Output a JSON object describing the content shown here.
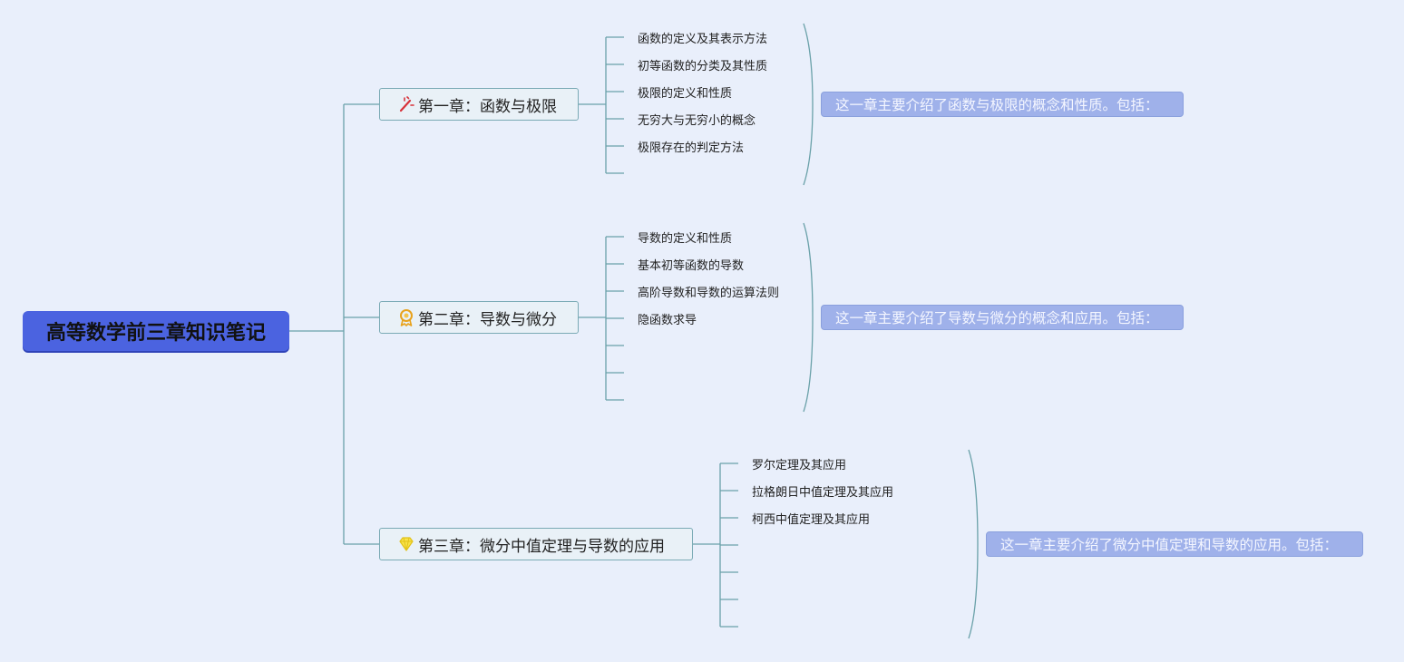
{
  "root": {
    "label": "高等数学前三章知识笔记"
  },
  "chapters": [
    {
      "title": "第一章：函数与极限",
      "icon": "magic-wand-icon",
      "summary": "这一章主要介绍了函数与极限的概念和性质。包括：",
      "subtopics": [
        "函数的定义及其表示方法",
        "初等函数的分类及其性质",
        "极限的定义和性质",
        "无穷大与无穷小的概念",
        "极限存在的判定方法",
        ""
      ]
    },
    {
      "title": "第二章：导数与微分",
      "icon": "medal-icon",
      "summary": "这一章主要介绍了导数与微分的概念和应用。包括：",
      "subtopics": [
        "导数的定义和性质",
        "基本初等函数的导数",
        "高阶导数和导数的运算法则",
        "隐函数求导",
        "",
        "",
        ""
      ]
    },
    {
      "title": "第三章：微分中值定理与导数的应用",
      "icon": "diamond-icon",
      "summary": "这一章主要介绍了微分中值定理和导数的应用。包括：",
      "subtopics": [
        "罗尔定理及其应用",
        "拉格朗日中值定理及其应用",
        "柯西中值定理及其应用",
        "",
        "",
        "",
        ""
      ]
    }
  ],
  "colors": {
    "line": "#6aa1a9",
    "root_fill": "#4b63e0",
    "summary_fill": "#9fb1ea",
    "background": "#e9effb"
  }
}
